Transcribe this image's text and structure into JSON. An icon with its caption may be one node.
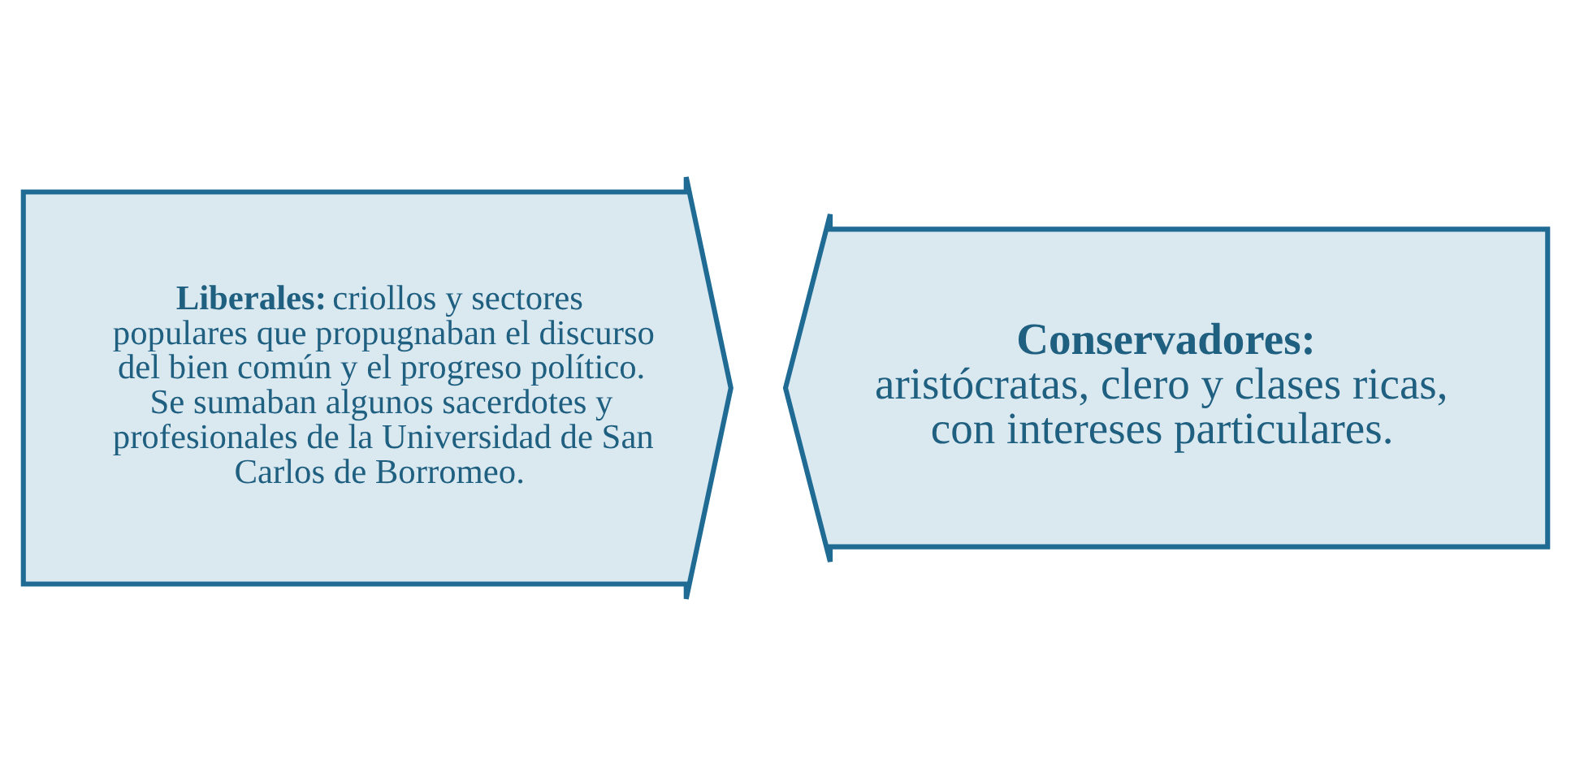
{
  "diagram": {
    "nodes": [
      {
        "text": [
          "**Liberales:** criollos y sectores populares que propugnaban el discurso del bien común y el progreso político. Se sumaban algunos sacerdotes y profesionales de la Universidad de San Carlos de Borromeo."
        ]
      },
      {
        "text": [
          "Conservadores:",
          "aristócratas, clero y clases ricas, con intereses particulares."
        ]
      }
    ],
    "edges": []
  }
}
